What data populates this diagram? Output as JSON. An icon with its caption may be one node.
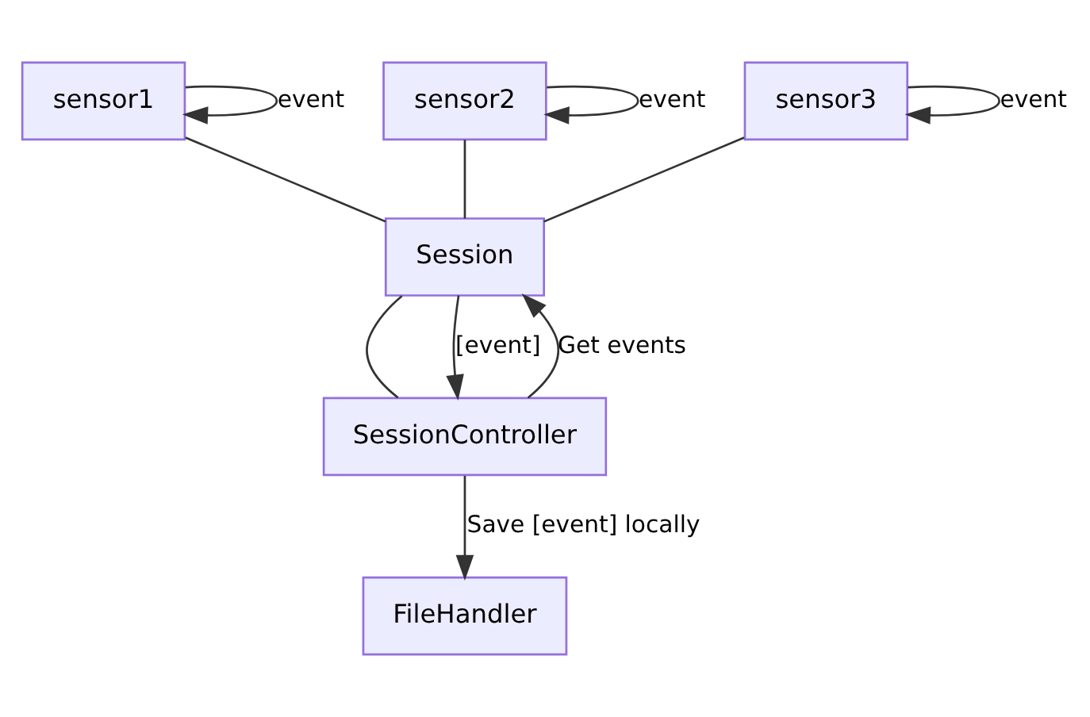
{
  "diagram": {
    "nodes": [
      {
        "text": [
          "sensor1"
        ]
      },
      {
        "text": [
          "sensor2"
        ]
      },
      {
        "text": [
          "sensor3"
        ]
      },
      {
        "text": [
          "Session"
        ]
      },
      {
        "text": [
          "SessionController"
        ]
      },
      {
        "text": [
          "FileHandler"
        ]
      }
    ],
    "edges": [
      {
        "from": 0,
        "to": 0,
        "arrow": "to",
        "label": "event"
      },
      {
        "from": 1,
        "to": 1,
        "arrow": "to",
        "label": "event"
      },
      {
        "from": 2,
        "to": 2,
        "arrow": "to",
        "label": "event"
      },
      {
        "from": 0,
        "to": 3,
        "arrow": "none"
      },
      {
        "from": 1,
        "to": 3,
        "arrow": "none"
      },
      {
        "from": 2,
        "to": 3,
        "arrow": "none"
      },
      {
        "from": 3,
        "to": 4,
        "arrow": "none"
      },
      {
        "from": 3,
        "to": 4,
        "arrow": "to",
        "label": "[event]"
      },
      {
        "from": 4,
        "to": 3,
        "arrow": "to",
        "label": "Get events"
      },
      {
        "from": 4,
        "to": 5,
        "arrow": "to",
        "label": "Save [event] locally"
      }
    ]
  }
}
